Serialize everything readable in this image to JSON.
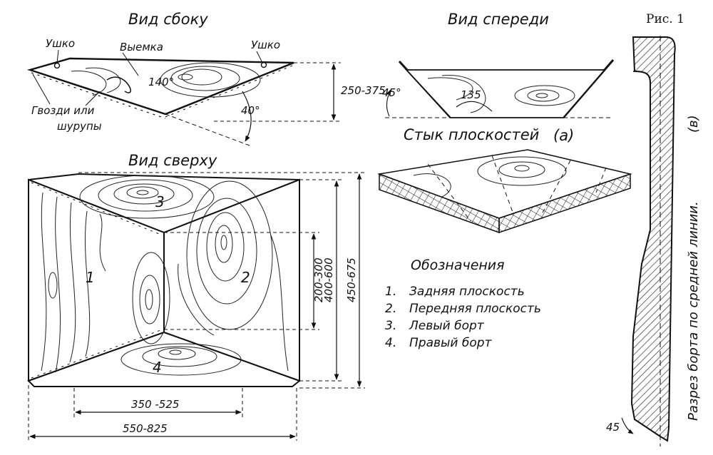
{
  "figure_label": "Рис. 1",
  "views": {
    "side": {
      "title": "Вид сбоку",
      "lug_left": "Ушко",
      "lug_right": "Ушко",
      "notch": "Выемка",
      "fasteners_line1": "Гвозди или",
      "fasteners_line2": "шурупы",
      "angle_top": "140°",
      "angle_bottom": "40°",
      "dim_height": "250-375"
    },
    "front": {
      "title": "Вид спереди",
      "angle_side": "45°",
      "angle_bottom": "135"
    },
    "joint": {
      "title": "Стык плоскостей",
      "mark": "(а)"
    },
    "top": {
      "title": "Вид сверху",
      "panel_1": "1",
      "panel_2": "2",
      "panel_3": "3",
      "panel_4": "4",
      "dim_inner_v": "200-300",
      "dim_mid_v": "400-600",
      "dim_outer_v": "450-675",
      "dim_inner_h": "350 -525",
      "dim_outer_h": "550-825"
    },
    "section": {
      "caption": "Разрез борта по средней линии.",
      "mark": "(в)",
      "angle": "45"
    }
  },
  "legend": {
    "title": "Обозначения",
    "items": [
      {
        "num": "1.",
        "text": "Задняя плоскость"
      },
      {
        "num": "2.",
        "text": "Передняя плоскость"
      },
      {
        "num": "3.",
        "text": "Левый борт"
      },
      {
        "num": "4.",
        "text": "Правый борт"
      }
    ]
  },
  "colors": {
    "ink": "#111111",
    "paper": "#ffffff",
    "hatch": "#333333"
  }
}
